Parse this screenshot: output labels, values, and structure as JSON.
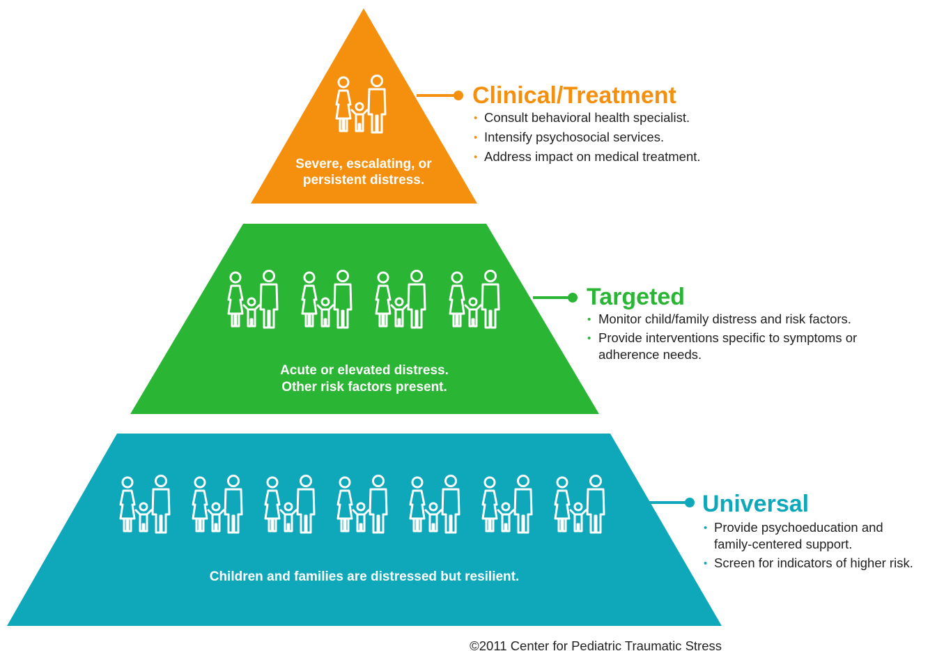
{
  "tiers": [
    {
      "title": "Clinical/Treatment",
      "color": "#F5900F",
      "description_lines": [
        "Severe, escalating, or",
        "persistent distress."
      ],
      "family_groups": 1,
      "bullets": [
        [
          "Consult behavioral health specialist."
        ],
        [
          "Intensify psychosocial services."
        ],
        [
          "Address impact on medical treatment."
        ]
      ]
    },
    {
      "title": "Targeted",
      "color": "#2BB535",
      "description_lines": [
        "Acute or elevated distress.",
        "Other risk factors present."
      ],
      "family_groups": 4,
      "bullets": [
        [
          "Monitor child/family distress and risk factors."
        ],
        [
          "Provide interventions specific to symptoms or",
          "adherence needs."
        ]
      ]
    },
    {
      "title": "Universal",
      "color": "#0FA8BB",
      "description_lines": [
        "Children and families are distressed but resilient."
      ],
      "family_groups": 7,
      "bullets": [
        [
          "Provide psychoeducation and",
          "family-centered support."
        ],
        [
          "Screen for indicators of higher risk."
        ]
      ]
    }
  ],
  "icons": {
    "family": "family-icon",
    "bullet": "•"
  },
  "copyright": "©2011 Center for Pediatric Traumatic Stress"
}
